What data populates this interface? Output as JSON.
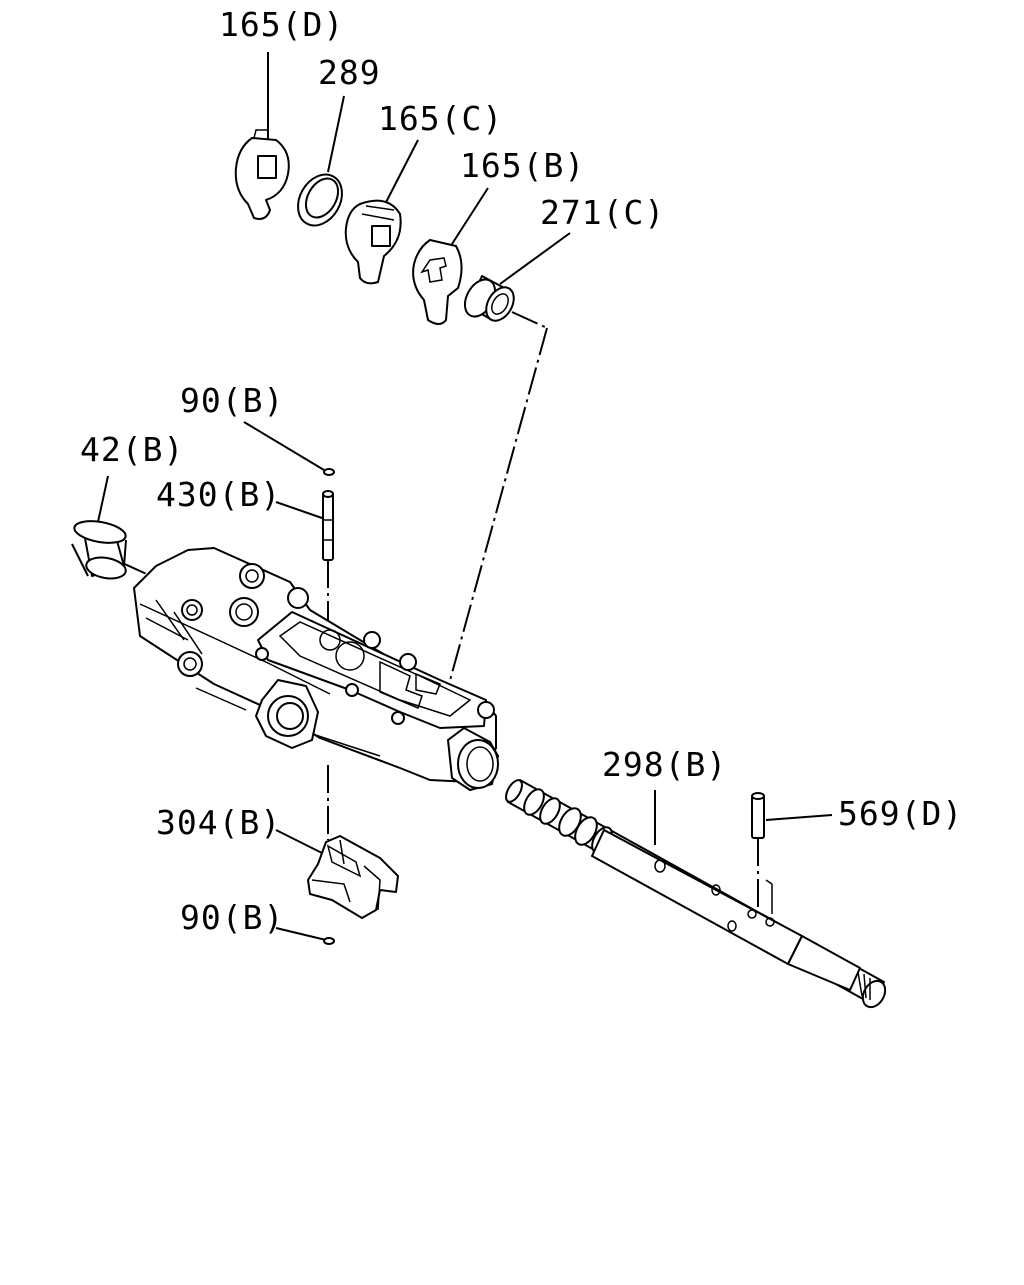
{
  "labels": {
    "p165d": "165(D)",
    "p289": "289",
    "p165c": "165(C)",
    "p165b": "165(B)",
    "p271c": "271(C)",
    "p90b_top": "90(B)",
    "p42b": "42(B)",
    "p430b": "430(B)",
    "p298b": "298(B)",
    "p569d": "569(D)",
    "p304b": "304(B)",
    "p90b_bottom": "90(B)"
  }
}
